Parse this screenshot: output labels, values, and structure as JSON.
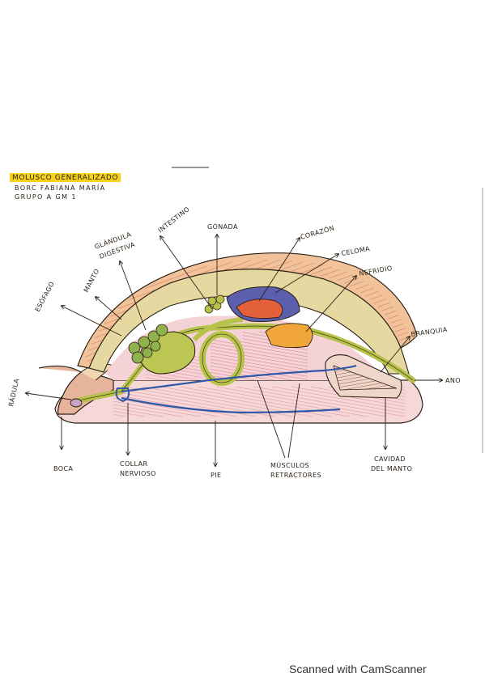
{
  "header": {
    "title": "MOLUSCO GENERALIZADO",
    "author": "BORC FABIANA MARÍA",
    "group": "GRUPO A GM 1"
  },
  "labels": {
    "radula": "RÁDULA",
    "esofago": "ESÓFAGO",
    "manto": "MANTO",
    "glandula_1": "GLÁNDULA",
    "glandula_2": "DIGESTIVA",
    "intestino": "INTESTINO",
    "gonada": "GÓNADA",
    "corazon": "CORAZÓN",
    "celoma": "CELOMA",
    "nefridio": "NEFRIDIO",
    "branquia": "BRANQUIA",
    "ano": "ANO",
    "boca": "BOCA",
    "collar_1": "COLLAR",
    "collar_2": "NERVIOSO",
    "pie": "PIE",
    "musculos_1": "MÚSCULOS",
    "musculos_2": "RETRACTORES",
    "cavidad_1": "CAVIDAD",
    "cavidad_2": "DEL MANTO"
  },
  "footer": {
    "scanner": "Scanned with CamScanner"
  },
  "colors": {
    "shell": "#e9a87a",
    "mantle": "#d8c98a",
    "foot": "#f0c6c8",
    "muscle": "#d97a86",
    "gut": "#b7c24a",
    "gland": "#8fb24f",
    "gonad": "#5b5fae",
    "heart": "#e4603a",
    "nephridium": "#f0a63a",
    "nerve": "#2e57a8",
    "highlight": "#f7d21c"
  }
}
